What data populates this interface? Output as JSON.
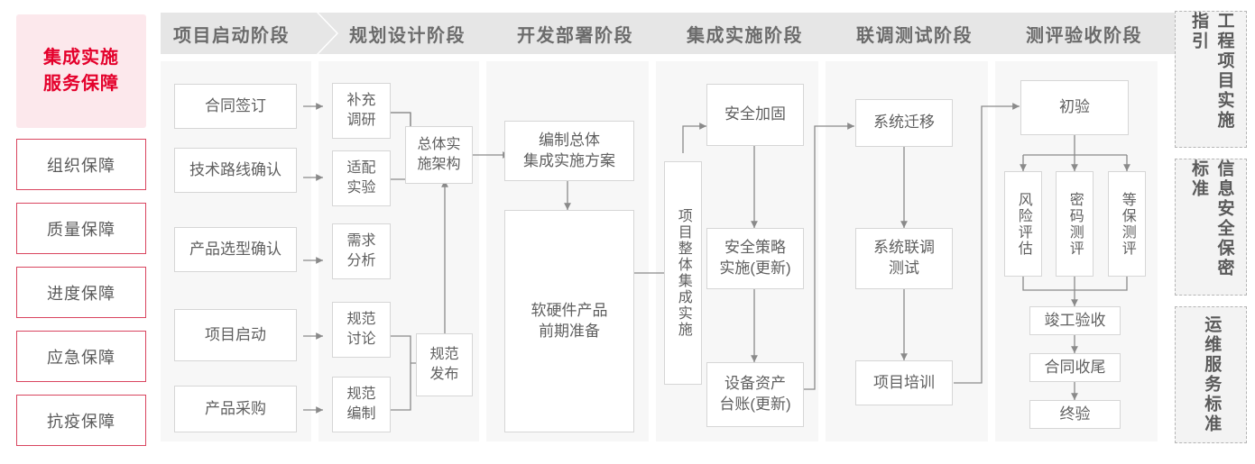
{
  "colors": {
    "accent_red": "#e4002b",
    "accent_red_border": "#d9455f",
    "accent_pink_bg": "#fce8ec",
    "header_gray": "#e6e6e6",
    "column_bg": "#f7f7f7",
    "node_border": "#d6d6d6",
    "text_gray": "#5f5f5f",
    "wire_gray": "#8a8a8a"
  },
  "left_rail": {
    "title": "集成实施\n服务保障",
    "title_line1": "集成实施",
    "title_line2": "服务保障",
    "items": [
      {
        "label": "组织保障"
      },
      {
        "label": "质量保障"
      },
      {
        "label": "进度保障"
      },
      {
        "label": "应急保障"
      },
      {
        "label": "抗疫保障"
      }
    ]
  },
  "phases": [
    {
      "header": "项目启动阶段",
      "nodes": [
        {
          "label": "合同签订"
        },
        {
          "label": "技术路线确认"
        },
        {
          "label": "产品选型确认"
        },
        {
          "label": "项目启动"
        },
        {
          "label": "产品采购"
        }
      ]
    },
    {
      "header": "规划设计阶段",
      "nodes": [
        {
          "label": "补充\n调研",
          "line1": "补充",
          "line2": "调研"
        },
        {
          "label": "适配\n实验",
          "line1": "适配",
          "line2": "实验"
        },
        {
          "label": "需求\n分析",
          "line1": "需求",
          "line2": "分析"
        },
        {
          "label": "规范\n讨论",
          "line1": "规范",
          "line2": "讨论"
        },
        {
          "label": "规范\n编制",
          "line1": "规范",
          "line2": "编制"
        },
        {
          "label": "总体实\n施架构",
          "line1": "总体实",
          "line2": "施架构"
        },
        {
          "label": "规范\n发布",
          "line1": "规范",
          "line2": "发布"
        }
      ]
    },
    {
      "header": "开发部署阶段",
      "nodes": [
        {
          "label": "编制总体\n集成实施方案",
          "line1": "编制总体",
          "line2": "集成实施方案"
        },
        {
          "label": "软硬件产品\n前期准备",
          "line1": "软硬件产品",
          "line2": "前期准备"
        }
      ]
    },
    {
      "header": "集成实施阶段",
      "nodes": [
        {
          "label": "项目整体集成实施"
        },
        {
          "label": "安全加固"
        },
        {
          "label": "安全策略\n实施(更新)",
          "line1": "安全策略",
          "line2": "实施(更新)"
        },
        {
          "label": "设备资产\n台账(更新)",
          "line1": "设备资产",
          "line2": "台账(更新)"
        }
      ]
    },
    {
      "header": "联调测试阶段",
      "nodes": [
        {
          "label": "系统迁移"
        },
        {
          "label": "系统联调\n测试",
          "line1": "系统联调",
          "line2": "测试"
        },
        {
          "label": "项目培训"
        }
      ]
    },
    {
      "header": "测评验收阶段",
      "nodes": [
        {
          "label": "初验"
        },
        {
          "label": "风险评估"
        },
        {
          "label": "密码测评"
        },
        {
          "label": "等保测评"
        },
        {
          "label": "竣工验收"
        },
        {
          "label": "合同收尾"
        },
        {
          "label": "终验"
        }
      ]
    }
  ],
  "right_rail": {
    "panels": [
      {
        "label": "工程项目实施指引"
      },
      {
        "label": "信息安全保密标准"
      },
      {
        "label": "运维服务标准"
      }
    ]
  }
}
